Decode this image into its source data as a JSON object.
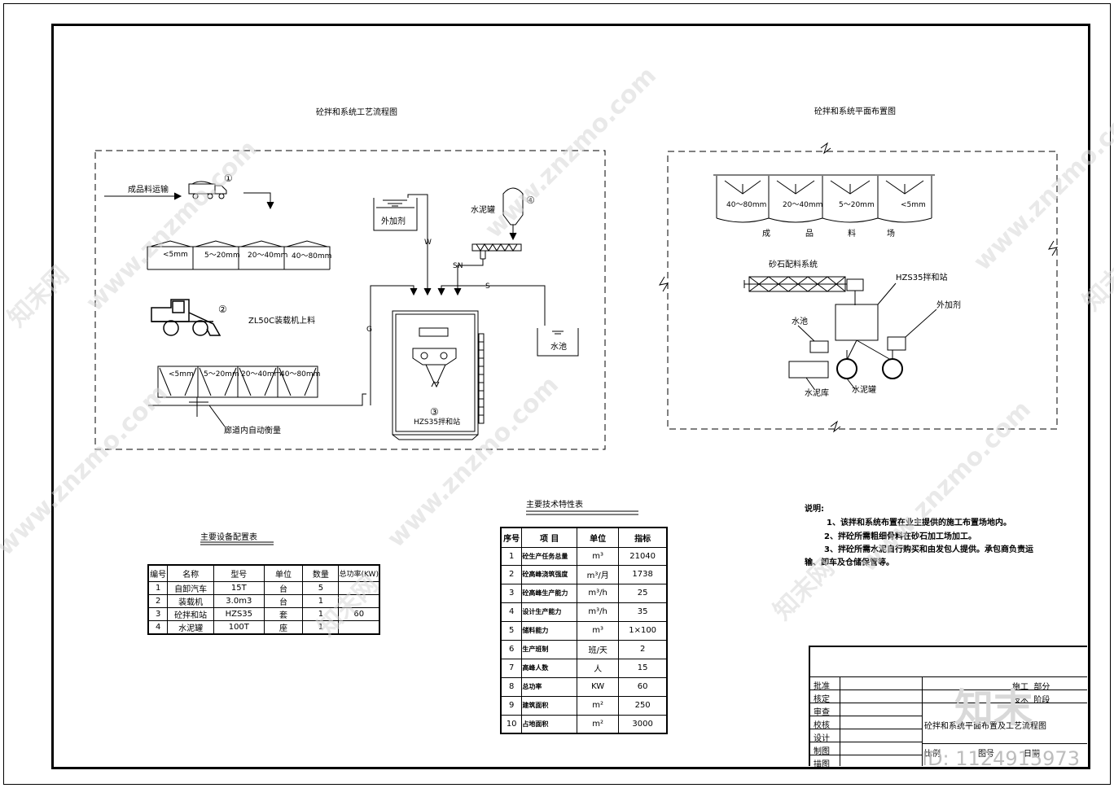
{
  "flow": {
    "title": "砼拌和系统工艺流程图",
    "transport_label": "成品料运输",
    "num1": "①",
    "num2": "②",
    "num3": "③",
    "num4": "④",
    "bins_top": [
      "<5mm",
      "5～20mm",
      "20～40mm",
      "40～80mm"
    ],
    "bins_bottom": [
      "<5mm",
      "5～20mm",
      "20～40mm",
      "40～80mm"
    ],
    "loader_label": "ZL50C装载机上料",
    "conveyor_label": "廊道内自动衡量",
    "additive_label": "外加剂",
    "cement_tank_label": "水泥罐",
    "water_pool_label": "水池",
    "station_label": "HZS35拌和站",
    "line_W": "W",
    "line_SN": "SN",
    "line_S": "S",
    "line_G": "G"
  },
  "layout_plan": {
    "title": "砼拌和系统平面布置图",
    "bins": [
      "40～80mm",
      "20～40mm",
      "5～20mm",
      "<5mm"
    ],
    "yard_label": [
      "成",
      "品",
      "料",
      "场"
    ],
    "batching_label": "砂石配料系统",
    "station_label": "HZS35拌和站",
    "additive_label": "外加剂",
    "water_label": "水池",
    "cement_store_label": "水泥库",
    "cement_tank_label": "水泥罐"
  },
  "notes": {
    "heading": "说明:",
    "lines": [
      "1、该拌和系统布置在业主提供的施工布置场地内。",
      "2、拌砼所需粗细骨料在砂石加工场加工。",
      "3、拌砼所需水泥自行购买和由发包人提供。承包商负责运",
      "输、卸车及仓储保管等。"
    ]
  },
  "equipment_table": {
    "title": "主要设备配置表",
    "headers": [
      "编号",
      "名称",
      "型号",
      "单位",
      "数量",
      "总功率(KW)"
    ],
    "rows": [
      [
        "1",
        "自卸汽车",
        "15T",
        "台",
        "5",
        ""
      ],
      [
        "2",
        "装载机",
        "3.0m3",
        "台",
        "1",
        ""
      ],
      [
        "3",
        "砼拌和站",
        "HZS35",
        "套",
        "1",
        "60"
      ],
      [
        "4",
        "水泥罐",
        "100T",
        "座",
        "1",
        ""
      ]
    ]
  },
  "tech_table": {
    "title": "主要技术特性表",
    "headers": [
      "序号",
      "项  目",
      "单位",
      "指标"
    ],
    "rows": [
      [
        "1",
        "砼生产任务总量",
        "m³",
        "21040"
      ],
      [
        "2",
        "砼高峰浇筑强度",
        "m³/月",
        "1738"
      ],
      [
        "3",
        "砼高峰生产能力",
        "m³/h",
        "25"
      ],
      [
        "4",
        "设计生产能力",
        "m³/h",
        "35"
      ],
      [
        "5",
        "储料能力",
        "m³",
        "1×100"
      ],
      [
        "6",
        "生产班制",
        "班/天",
        "2"
      ],
      [
        "7",
        "高峰人数",
        "人",
        "15"
      ],
      [
        "8",
        "总功率",
        "KW",
        "60"
      ],
      [
        "9",
        "建筑面积",
        "m²",
        "250"
      ],
      [
        "10",
        "占地面积",
        "m²",
        "3000"
      ]
    ]
  },
  "title_block": {
    "roles": [
      "批准",
      "核定",
      "审查",
      "校核",
      "设计",
      "制图",
      "描图"
    ],
    "phase1": "施工  部分",
    "phase2": "技术  阶段",
    "drawing_title": "砼拌和系统平面布置及工艺流程图",
    "scale_label": "比例",
    "fig_label": "图号",
    "date_label": "日期"
  },
  "watermark": {
    "site": "www.znzmo.com",
    "brand": "知末网",
    "logo": "知末",
    "id": "ID: 1124915973"
  }
}
